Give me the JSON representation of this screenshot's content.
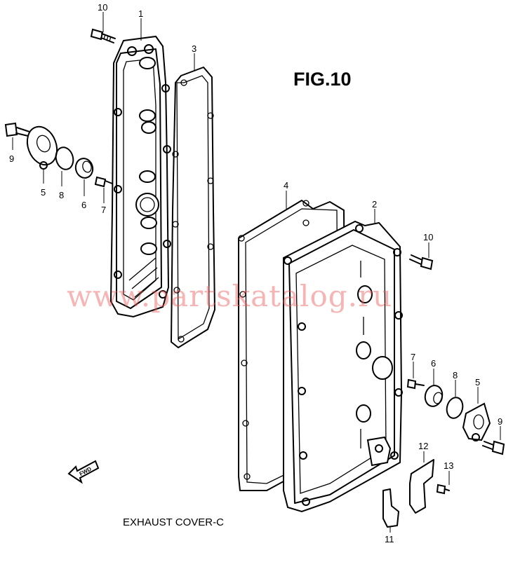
{
  "figure": {
    "title": "FIG.10",
    "caption": "EXHAUST COVER-C",
    "watermark": "www.partskatalog.ru",
    "fwd_label": "FWD"
  },
  "callouts": [
    {
      "id": "callout-10-top",
      "text": "10"
    },
    {
      "id": "callout-1",
      "text": "1"
    },
    {
      "id": "callout-3",
      "text": "3"
    },
    {
      "id": "callout-9-left",
      "text": "9"
    },
    {
      "id": "callout-5-left",
      "text": "5"
    },
    {
      "id": "callout-8-left",
      "text": "8"
    },
    {
      "id": "callout-6-left",
      "text": "6"
    },
    {
      "id": "callout-7-left",
      "text": "7"
    },
    {
      "id": "callout-4",
      "text": "4"
    },
    {
      "id": "callout-2",
      "text": "2"
    },
    {
      "id": "callout-10-right",
      "text": "10"
    },
    {
      "id": "callout-7-right",
      "text": "7"
    },
    {
      "id": "callout-6-right",
      "text": "6"
    },
    {
      "id": "callout-8-right",
      "text": "8"
    },
    {
      "id": "callout-5-right",
      "text": "5"
    },
    {
      "id": "callout-9-right",
      "text": "9"
    },
    {
      "id": "callout-12",
      "text": "12"
    },
    {
      "id": "callout-13",
      "text": "13"
    },
    {
      "id": "callout-11",
      "text": "11"
    }
  ]
}
